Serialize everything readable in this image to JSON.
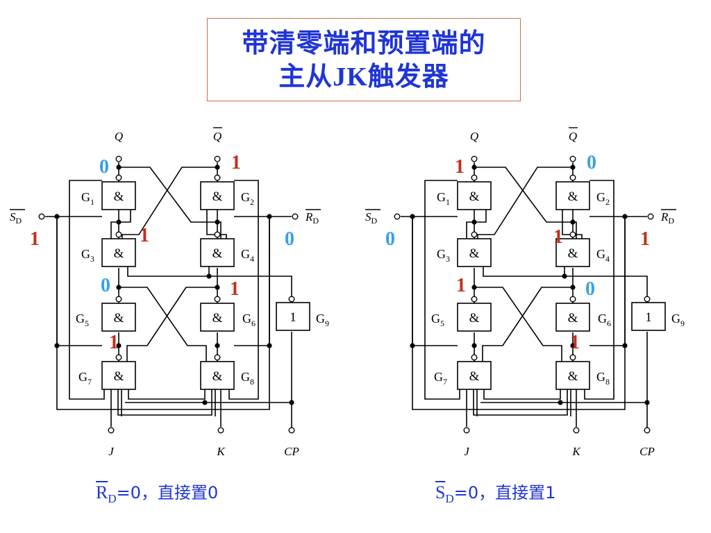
{
  "title": {
    "line1": "带清零端和预置端的",
    "line2_pre": "主从",
    "line2_latin": "JK",
    "line2_post": "触发器"
  },
  "signals": {
    "Q": "Q",
    "Qbar": "Q",
    "SD": "S",
    "RD": "R",
    "D_sub": "D",
    "J": "J",
    "K": "K",
    "CP": "CP"
  },
  "gates": {
    "and_symbol": "&",
    "or_symbol": "1",
    "labels": [
      "G1",
      "G2",
      "G3",
      "G4",
      "G5",
      "G6",
      "G7",
      "G8",
      "G9"
    ]
  },
  "colors": {
    "blue": "#3aa0e6",
    "red": "#c0311d",
    "caption": "#1f35d6",
    "title_border": "#c8704a"
  },
  "diagrams": [
    {
      "state": {
        "Q": "0",
        "Qbar": "1",
        "SD": "1",
        "RD": "0",
        "g1_out_label": "1",
        "g5_in": "0",
        "g6_in": "1",
        "g7_in": "1"
      },
      "caption": {
        "sig": "R",
        "sub": "D",
        "text": "=0，直接置0"
      }
    },
    {
      "state": {
        "Q": "1",
        "Qbar": "0",
        "SD": "0",
        "RD": "1",
        "g2_out_label": "1",
        "g5_in": "1",
        "g6_in": "0",
        "g8_in": "1"
      },
      "caption": {
        "sig": "S",
        "sub": "D",
        "text": "=0，直接置1"
      }
    }
  ]
}
